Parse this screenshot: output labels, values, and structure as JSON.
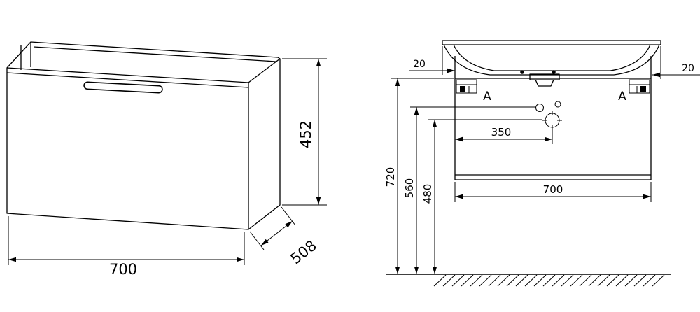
{
  "views": {
    "perspective": {
      "width_mm": "700",
      "height_mm": "452",
      "depth_mm": "508"
    },
    "front": {
      "overhang_left_mm": "20",
      "overhang_right_mm": "20",
      "bracket_left": "A",
      "bracket_right": "A",
      "faucet_center_offset_mm": "350",
      "cabinet_width_mm": "700",
      "total_height_mm": "720",
      "holes_height_mm": "560",
      "faucet_height_mm": "480"
    }
  },
  "colors": {
    "line": "#000000",
    "background": "#ffffff"
  }
}
